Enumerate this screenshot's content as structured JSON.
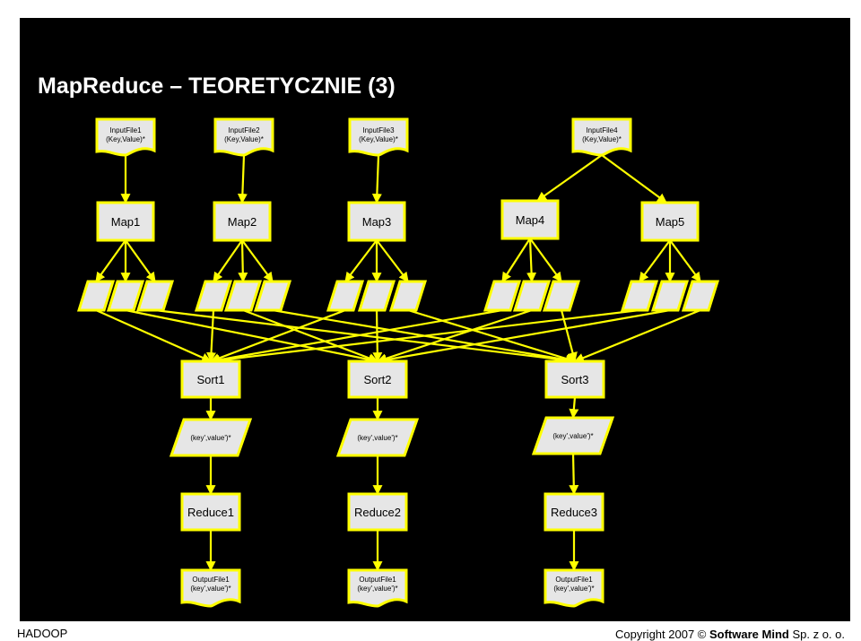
{
  "slide": {
    "title": "MapReduce – TEORETYCZNIE (3)"
  },
  "footer": {
    "left": "HADOOP",
    "copyright_prefix": "Copyright 2007 ©",
    "company": "Software Mind",
    "company_suffix": "Sp. z o. o."
  },
  "colors": {
    "background": "#000000",
    "accent": "#ffff00",
    "box_fill": "#e6e6e6"
  },
  "diagram": {
    "inputs": [
      {
        "line1": "InputFile1",
        "line2": "(Key,Value)*"
      },
      {
        "line1": "InputFile2",
        "line2": "(Key,Value)*"
      },
      {
        "line1": "InputFile3",
        "line2": "(Key,Value)*"
      },
      {
        "line1": "InputFile4",
        "line2": "(Key,Value)*"
      }
    ],
    "maps": [
      "Map1",
      "Map2",
      "Map3",
      "Map4",
      "Map5"
    ],
    "sorts": [
      "Sort1",
      "Sort2",
      "Sort3"
    ],
    "intermediate": [
      "(key',value')*",
      "(key',value')*",
      "(key',value')*"
    ],
    "reduces": [
      "Reduce1",
      "Reduce2",
      "Reduce3"
    ],
    "outputs": [
      {
        "line1": "OutputFile1",
        "line2": "(key',value')*"
      },
      {
        "line1": "OutputFile1",
        "line2": "(key',value')*"
      },
      {
        "line1": "OutputFile1",
        "line2": "(key',value')*"
      }
    ]
  }
}
